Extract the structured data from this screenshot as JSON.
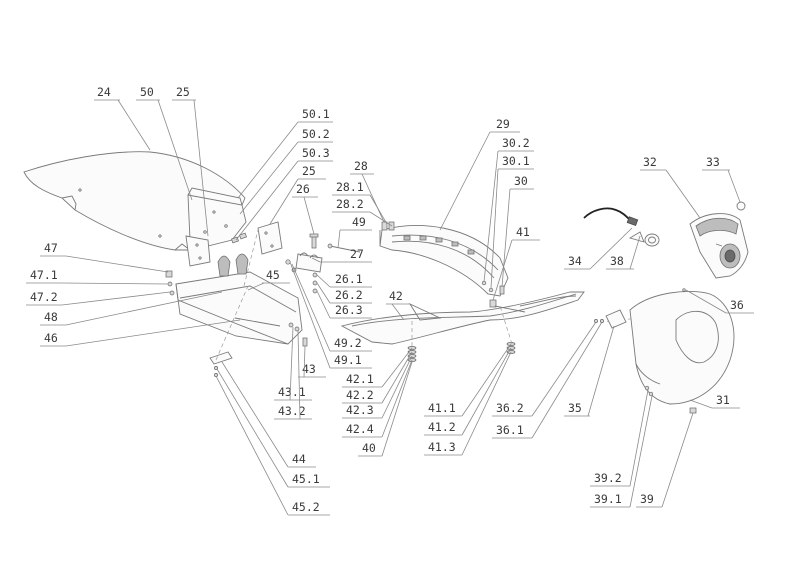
{
  "callouts": [
    {
      "id": "24"
    },
    {
      "id": "50"
    },
    {
      "id": "25"
    },
    {
      "id": "50.1"
    },
    {
      "id": "50.2"
    },
    {
      "id": "50.3"
    },
    {
      "id": "25"
    },
    {
      "id": "26"
    },
    {
      "id": "49"
    },
    {
      "id": "27"
    },
    {
      "id": "28"
    },
    {
      "id": "28.1"
    },
    {
      "id": "28.2"
    },
    {
      "id": "29"
    },
    {
      "id": "30.2"
    },
    {
      "id": "30.1"
    },
    {
      "id": "30"
    },
    {
      "id": "41"
    },
    {
      "id": "32"
    },
    {
      "id": "33"
    },
    {
      "id": "34"
    },
    {
      "id": "38"
    },
    {
      "id": "47"
    },
    {
      "id": "47.1"
    },
    {
      "id": "47.2"
    },
    {
      "id": "45"
    },
    {
      "id": "48"
    },
    {
      "id": "46"
    },
    {
      "id": "26.1"
    },
    {
      "id": "26.2"
    },
    {
      "id": "26.3"
    },
    {
      "id": "42"
    },
    {
      "id": "49.2"
    },
    {
      "id": "49.1"
    },
    {
      "id": "43"
    },
    {
      "id": "43.1"
    },
    {
      "id": "43.2"
    },
    {
      "id": "42.1"
    },
    {
      "id": "42.2"
    },
    {
      "id": "42.3"
    },
    {
      "id": "42.4"
    },
    {
      "id": "40"
    },
    {
      "id": "41.1"
    },
    {
      "id": "41.2"
    },
    {
      "id": "41.3"
    },
    {
      "id": "36.2"
    },
    {
      "id": "36.1"
    },
    {
      "id": "35"
    },
    {
      "id": "36"
    },
    {
      "id": "31"
    },
    {
      "id": "44"
    },
    {
      "id": "45.1"
    },
    {
      "id": "45.2"
    },
    {
      "id": "39.2"
    },
    {
      "id": "39.1"
    },
    {
      "id": "39"
    }
  ]
}
